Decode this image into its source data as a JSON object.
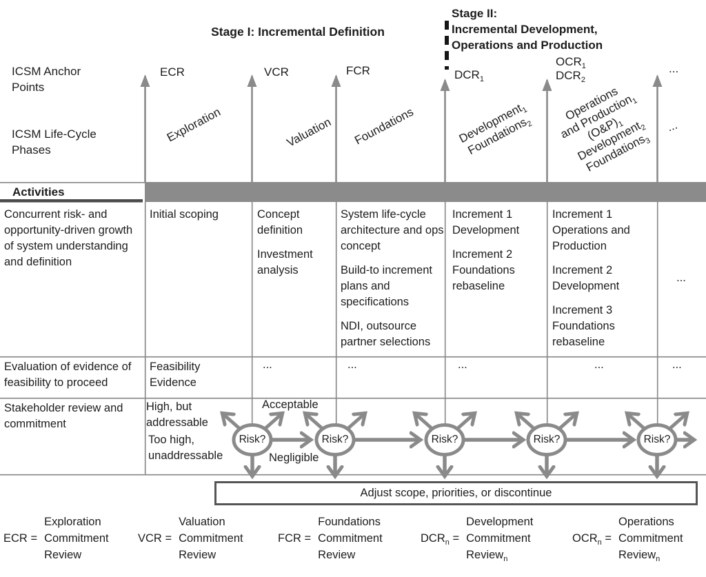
{
  "colors": {
    "band_gray": "#8b8b8b",
    "arrow_gray": "#8a8a8a",
    "grid_line": "#868686",
    "activities_underline": "#4a4a4a",
    "adjust_box_border": "#555555",
    "stage_divider": "#161616",
    "text": "#1c1c1c"
  },
  "header": {
    "stage1_title": "Stage I: Incremental Definition",
    "stage2_line1": "Stage II:",
    "stage2_line2": "Incremental Development,",
    "stage2_line3": "Operations and Production"
  },
  "left_labels": {
    "anchor_points": "ICSM Anchor Points",
    "phases": "ICSM Life-Cycle Phases",
    "activities": "Activities",
    "row1": "Concurrent risk- and opportunity-driven growth of system understanding and definition",
    "row2": "Evaluation of evidence of feasibility to proceed",
    "row3": "Stakeholder review and commitment"
  },
  "anchors": {
    "ecr": "ECR",
    "vcr": "VCR",
    "fcr": "FCR",
    "dcr1_base": "DCR",
    "dcr1_sub": "1",
    "ocr1_base": "OCR",
    "ocr1_sub": "1",
    "dcr2_base": "DCR",
    "dcr2_sub": "2",
    "more": "..."
  },
  "phases": {
    "exploration": "Exploration",
    "valuation": "Valuation",
    "foundations": "Foundations",
    "dev1_base": "Development",
    "dev1_sub": "1",
    "found2_base": "Foundations",
    "found2_sub": "2",
    "ops_line1": "Operations",
    "ops_line2_base": "and Production",
    "ops_line2_sub": "1",
    "ops_line3_base": "(O&P)",
    "ops_line3_sub": "1",
    "dev2_base": "Development",
    "dev2_sub": "2",
    "found3_base": "Foundations",
    "found3_sub": "3",
    "more": "..."
  },
  "activities_row": {
    "exploration": [
      "Initial scoping"
    ],
    "valuation": [
      "Concept definition",
      "Investment analysis"
    ],
    "foundations": [
      "System life-cycle architecture and ops concept",
      "Build-to increment plans and specifications",
      "NDI, outsource partner selections"
    ],
    "development": [
      "Increment 1 Development",
      "Increment 2 Foundations rebaseline"
    ],
    "operations": [
      "Increment 1 Operations and Production",
      "Increment 2 Development",
      "Increment 3 Foundations rebaseline"
    ],
    "more": "..."
  },
  "evidence_row": {
    "exploration": "Feasibility Evidence",
    "valuation": "...",
    "foundations": "...",
    "development": "...",
    "operations": "...",
    "more": "..."
  },
  "review_row": {
    "risk_label": "Risk?",
    "acceptable": "Acceptable",
    "high_addressable": "High, but addressable",
    "too_high": "Too high, unaddressable",
    "negligible": "Negligible"
  },
  "adjust_box": "Adjust scope, priorities, or discontinue",
  "legend": {
    "eq": "=",
    "ecr": {
      "acronym": "ECR",
      "line1": "Exploration",
      "line2": "Commitment",
      "line3": "Review"
    },
    "vcr": {
      "acronym": "VCR",
      "line1": "Valuation",
      "line2": "Commitment",
      "line3": "Review"
    },
    "fcr": {
      "acronym": "FCR",
      "line1": "Foundations",
      "line2": "Commitment",
      "line3": "Review"
    },
    "dcr": {
      "acronym": "DCR",
      "acronym_sub": "n",
      "line1": "Development",
      "line2": "Commitment",
      "line3_base": "Review",
      "line3_sub": "n"
    },
    "ocr": {
      "acronym": "OCR",
      "acronym_sub": "n",
      "line1": "Operations",
      "line2": "Commitment",
      "line3_base": "Review",
      "line3_sub": "n"
    }
  }
}
